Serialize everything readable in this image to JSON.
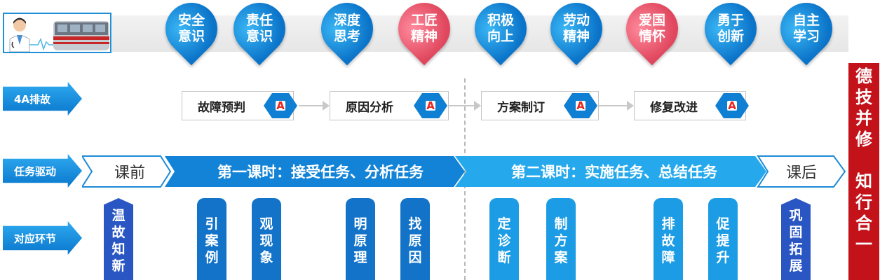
{
  "values": [
    {
      "text": "安全\n意识",
      "color": "blue"
    },
    {
      "text": "责任\n意识",
      "color": "blue"
    },
    {
      "text": "深度\n思考",
      "color": "blue"
    },
    {
      "text": "工匠\n精神",
      "color": "pink"
    },
    {
      "text": "积极\n向上",
      "color": "blue"
    },
    {
      "text": "劳动\n精神",
      "color": "blue"
    },
    {
      "text": "爱国\n情怀",
      "color": "pink"
    },
    {
      "text": "勇于\n创新",
      "color": "blue"
    },
    {
      "text": "自主\n学习",
      "color": "blue"
    }
  ],
  "row_labels": {
    "troubleshoot": "4A排故",
    "task_driven": "任务驱动",
    "stages": "对应环节"
  },
  "steps": [
    {
      "label": "故障预判",
      "badge": "A"
    },
    {
      "label": "原因分析",
      "badge": "A"
    },
    {
      "label": "方案制订",
      "badge": "A"
    },
    {
      "label": "修复改进",
      "badge": "A"
    }
  ],
  "ribbon": {
    "pre": "课前",
    "lesson1": "第一课时：接受任务、分析任务",
    "lesson2": "第二课时：实施任务、总结任务",
    "post": "课后"
  },
  "stage_boxes": [
    "温\n故\n知\n新",
    "引\n案\n例",
    "观\n现\n象",
    "明\n原\n理",
    "找\n原\n因",
    "定\n诊\n断",
    "制\n方\n案",
    "排\n故\n障",
    "促\n提\n升",
    "巩\n固\n拓\n展"
  ],
  "motto": "德\n技\n并\n修\n\n知\n行\n合\n一",
  "colors": {
    "blue": "#0b74c9",
    "pink": "#e0475e",
    "navy": "#1f4fba",
    "red": "#c3121a"
  },
  "icons": {
    "logo": "doctor-and-metro-train"
  }
}
